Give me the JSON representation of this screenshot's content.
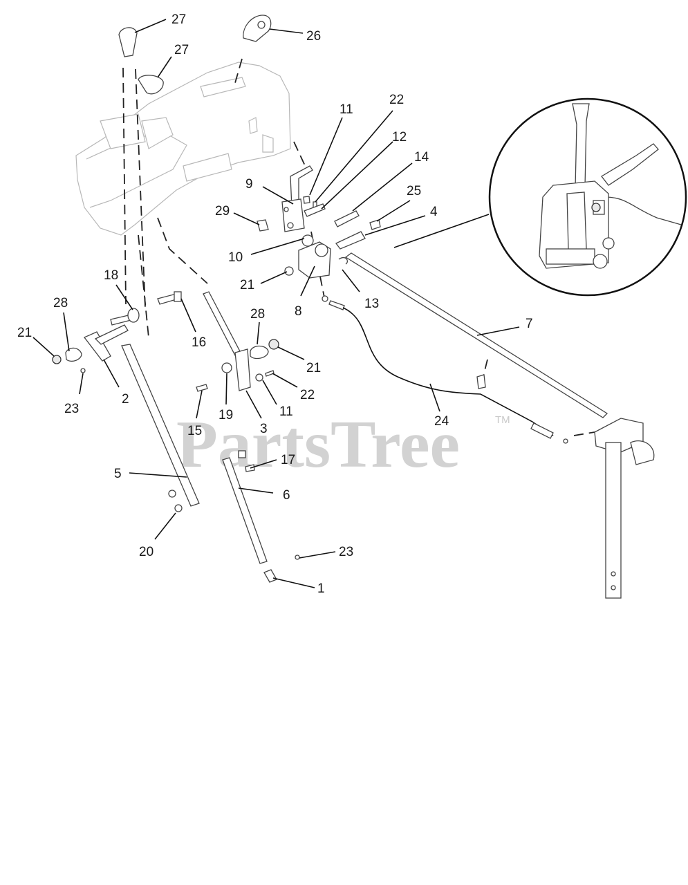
{
  "watermark": {
    "text": "PartsTree",
    "trademark": "TM"
  },
  "callouts": [
    {
      "id": "c27a",
      "label": "27"
    },
    {
      "id": "c26",
      "label": "26"
    },
    {
      "id": "c27b",
      "label": "27"
    },
    {
      "id": "c11a",
      "label": "11"
    },
    {
      "id": "c22a",
      "label": "22"
    },
    {
      "id": "c12",
      "label": "12"
    },
    {
      "id": "c14",
      "label": "14"
    },
    {
      "id": "c9",
      "label": "9"
    },
    {
      "id": "c25",
      "label": "25"
    },
    {
      "id": "c29",
      "label": "29"
    },
    {
      "id": "c4",
      "label": "4"
    },
    {
      "id": "c10",
      "label": "10"
    },
    {
      "id": "c21a",
      "label": "21"
    },
    {
      "id": "c13",
      "label": "13"
    },
    {
      "id": "c8",
      "label": "8"
    },
    {
      "id": "c18",
      "label": "18"
    },
    {
      "id": "c28a",
      "label": "28"
    },
    {
      "id": "c28b",
      "label": "28"
    },
    {
      "id": "c16",
      "label": "16"
    },
    {
      "id": "c7",
      "label": "7"
    },
    {
      "id": "c21b",
      "label": "21"
    },
    {
      "id": "c21c",
      "label": "21"
    },
    {
      "id": "c23a",
      "label": "23"
    },
    {
      "id": "c2",
      "label": "2"
    },
    {
      "id": "c22b",
      "label": "22"
    },
    {
      "id": "c11b",
      "label": "11"
    },
    {
      "id": "c19",
      "label": "19"
    },
    {
      "id": "c3",
      "label": "3"
    },
    {
      "id": "c15",
      "label": "15"
    },
    {
      "id": "c24",
      "label": "24"
    },
    {
      "id": "c17",
      "label": "17"
    },
    {
      "id": "c5",
      "label": "5"
    },
    {
      "id": "c6",
      "label": "6"
    },
    {
      "id": "c20",
      "label": "20"
    },
    {
      "id": "c23b",
      "label": "23"
    },
    {
      "id": "c1",
      "label": "1"
    }
  ]
}
